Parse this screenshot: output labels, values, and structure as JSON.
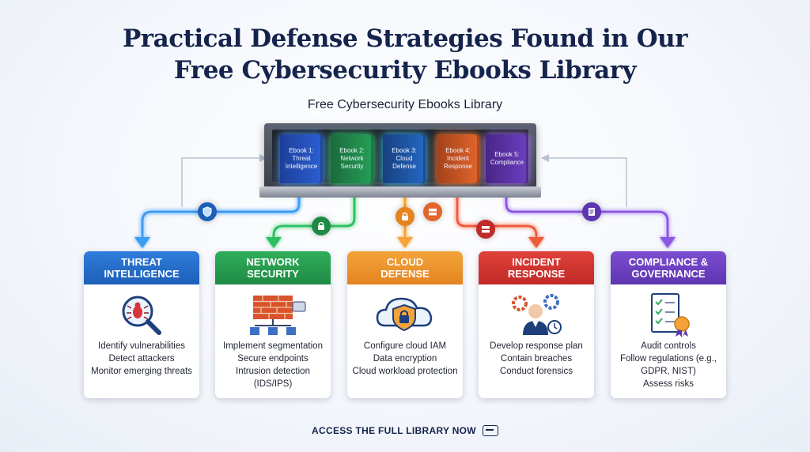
{
  "title": {
    "line1": "Practical Defense Strategies Found in Our",
    "line2": "Free Cybersecurity Ebooks Library"
  },
  "library": {
    "title": "Free Cybersecurity Ebooks Library",
    "books": [
      {
        "line1": "Ebook 1:",
        "line2": "Threat",
        "line3": "Intelligence"
      },
      {
        "line1": "Ebook 2:",
        "line2": "Network",
        "line3": "Security"
      },
      {
        "line1": "Ebook 3:",
        "line2": "Cloud",
        "line3": "Defense"
      },
      {
        "line1": "Ebook 4:",
        "line2": "Incident",
        "line3": "Response"
      },
      {
        "line1": "Ebook 5:",
        "line2": "Compliance",
        "line3": ""
      }
    ]
  },
  "cards": [
    {
      "line1": "THREAT",
      "line2": "INTELLIGENCE",
      "icon": "bug-magnifier-icon",
      "items": [
        "Identify vulnerabilities",
        "Detect attackers",
        "Monitor emerging threats"
      ]
    },
    {
      "line1": "NETWORK",
      "line2": "SECURITY",
      "icon": "firewall-network-icon",
      "items": [
        "Implement segmentation",
        "Secure endpoints",
        "Intrusion detection (IDS/IPS)"
      ]
    },
    {
      "line1": "CLOUD",
      "line2": "DEFENSE",
      "icon": "cloud-lock-icon",
      "items": [
        "Configure cloud IAM",
        "Data encryption",
        "Cloud workload protection"
      ]
    },
    {
      "line1": "INCIDENT",
      "line2": "RESPONSE",
      "icon": "responder-gears-icon",
      "items": [
        "Develop response plan",
        "Contain breaches",
        "Conduct forensics"
      ]
    },
    {
      "line1": "COMPLIANCE &",
      "line2": "GOVERNANCE",
      "icon": "checklist-badge-icon",
      "items": [
        "Audit controls",
        "Follow regulations (e.g., GDPR, NIST)",
        "Assess risks"
      ]
    }
  ],
  "cta": {
    "label": "ACCESS THE FULL LIBRARY NOW",
    "icon": "ticket-icon"
  },
  "colors": {
    "blue": "#2f7ddb",
    "green": "#2fae5a",
    "orange": "#f3a33a",
    "red": "#e0413a",
    "purple": "#7b4dd0",
    "navy": "#15244d"
  }
}
